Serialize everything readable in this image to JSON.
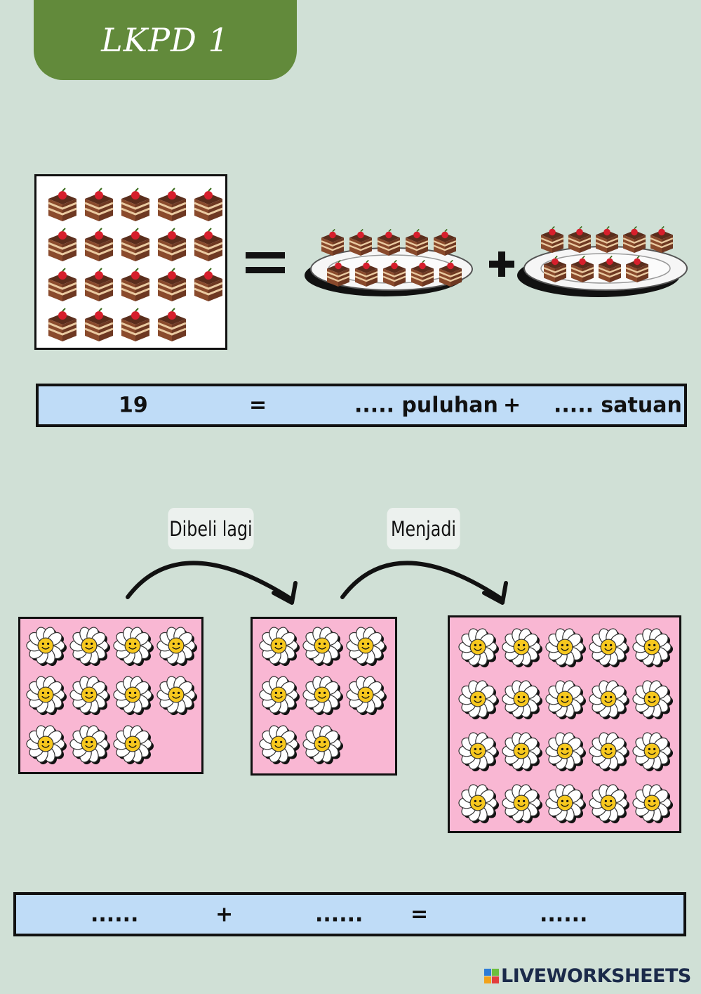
{
  "header": {
    "title": "LKPD 1"
  },
  "section1": {
    "equals_symbol": "=",
    "plus_symbol": "+",
    "cake_count": 19,
    "plate1_cake_count": 10,
    "plate2_cake_count": 9,
    "answer": {
      "number": "19",
      "equals": "=",
      "tens": "..... puluhan",
      "plus": "+",
      "ones": "..... satuan"
    }
  },
  "section2": {
    "label_bought": "Dibeli lagi",
    "label_becomes": "Menjadi",
    "box1_flower_count": 11,
    "box2_flower_count": 8,
    "box3_flower_count": 20,
    "answer": {
      "a": "......",
      "plus": "+",
      "b": "......",
      "equals": "=",
      "result": "......"
    }
  },
  "footer": {
    "logo_text": "LIVEWORKSHEETS"
  },
  "colors": {
    "background": "#d0e0d6",
    "title_tab": "#628a3b",
    "answer_bar": "#bfdcf7",
    "flower_box": "#f9b7d3"
  }
}
